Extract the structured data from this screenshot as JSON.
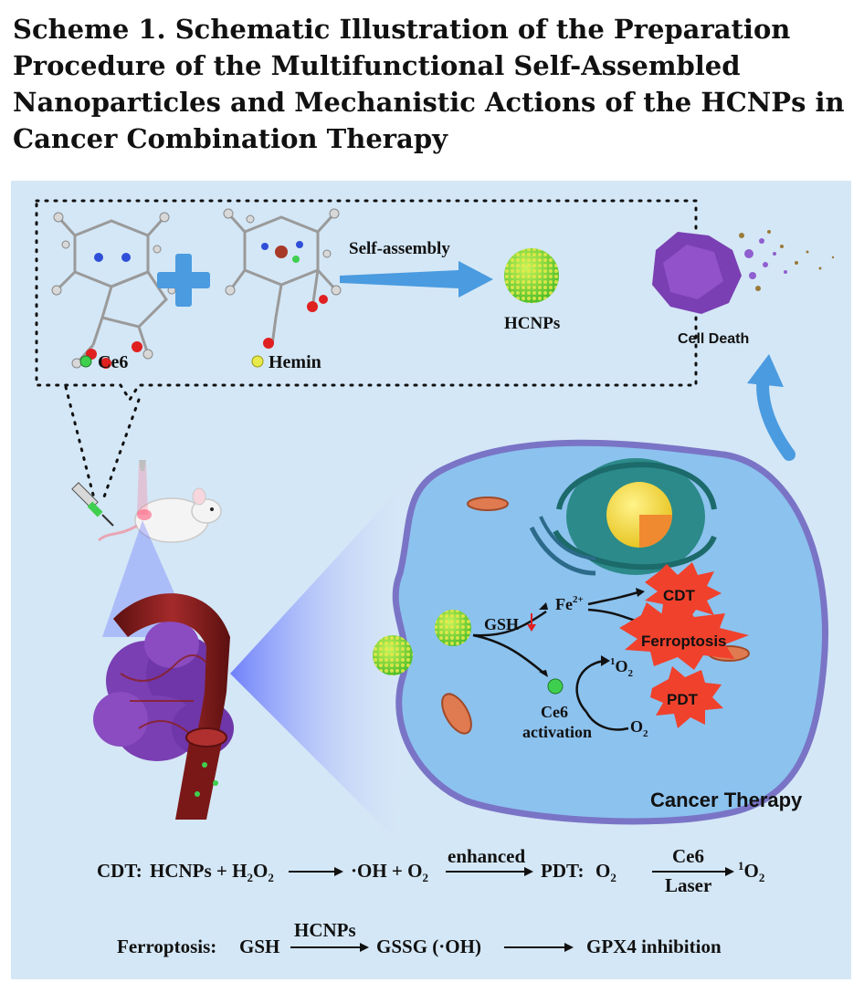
{
  "title": {
    "line1": "Scheme 1. Schematic Illustration of the Preparation",
    "line2": "Procedure of the Multifunctional Self-Assembled",
    "line3": "Nanoparticles and Mechanistic Actions of the HCNPs in",
    "line4": "Cancer Combination Therapy"
  },
  "assembly": {
    "ce6_label": "Ce6",
    "hemin_label": "Hemin",
    "arrow_label": "Self-assembly",
    "product_label": "HCNPs"
  },
  "outcome": {
    "cell_death_label": "Cell Death",
    "cancer_therapy_label": "Cancer Therapy"
  },
  "mechanism": {
    "gsh": "GSH",
    "fe": "Fe",
    "fe_charge": "2+",
    "cdt": "CDT",
    "ferroptosis": "Ferroptosis",
    "pdt": "PDT",
    "ce6": "Ce6",
    "activation": "activation",
    "singlet_sup": "1",
    "o2": "O",
    "o2_sub": "2"
  },
  "equations": {
    "cdt_prefix": "CDT:",
    "cdt_reactants": "HCNPs + H",
    "h2o2_sub1": "2",
    "h2o2_o": "O",
    "h2o2_sub2": "2",
    "cdt_products": "·OH + O",
    "cdt_o2_sub": "2",
    "enhanced": "enhanced",
    "pdt_prefix": "PDT:",
    "pdt_o": "O",
    "pdt_o_sub": "2",
    "pdt_catalyst": "Ce6",
    "pdt_condition": "Laser",
    "pdt_sup": "1",
    "pdt_product": "O",
    "pdt_product_sub": "2",
    "ferro_prefix": "Ferroptosis:",
    "ferro_reactant": "GSH",
    "ferro_catalyst": "HCNPs",
    "ferro_product": "GSSG (·OH)",
    "ferro_result": "GPX4 inhibition"
  },
  "colors": {
    "panel_bg": "#d4e7f6",
    "cell_fill": "#8cc2ee",
    "cell_membrane": "#7a74c6",
    "burst_red": "#f0412c",
    "tumor_purple": "#7a3fb3",
    "vessel": "#8a1f1f",
    "ce6_green": "#3fcf4f",
    "hemin_yellow": "#e8e94a"
  }
}
